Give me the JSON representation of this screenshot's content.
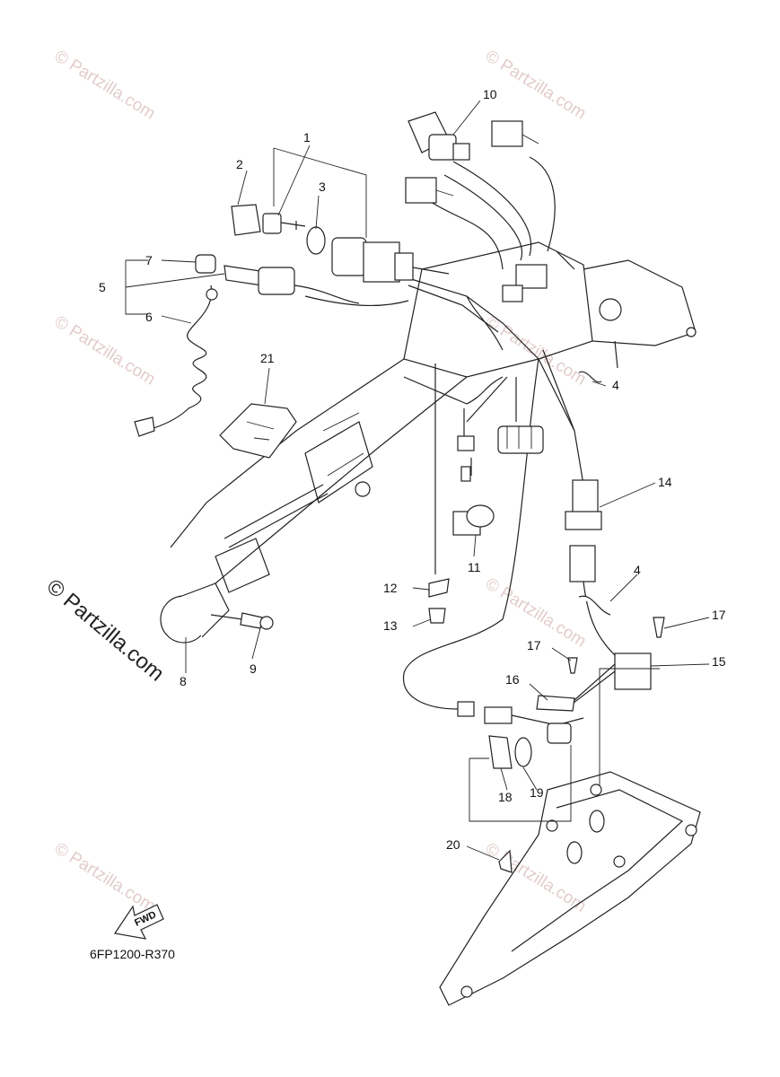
{
  "watermark": "© Partzilla.com",
  "reference_code": "6FP1200-R370",
  "fwd_label": "FWD",
  "callouts": {
    "c1": "1",
    "c2": "2",
    "c3": "3",
    "c4a": "4",
    "c4b": "4",
    "c5": "5",
    "c6": "6",
    "c7": "7",
    "c8": "8",
    "c9": "9",
    "c10": "10",
    "c11": "11",
    "c12": "12",
    "c13": "13",
    "c14": "14",
    "c15": "15",
    "c16": "16",
    "c17a": "17",
    "c17b": "17",
    "c18": "18",
    "c19": "19",
    "c20": "20",
    "c21": "21"
  }
}
